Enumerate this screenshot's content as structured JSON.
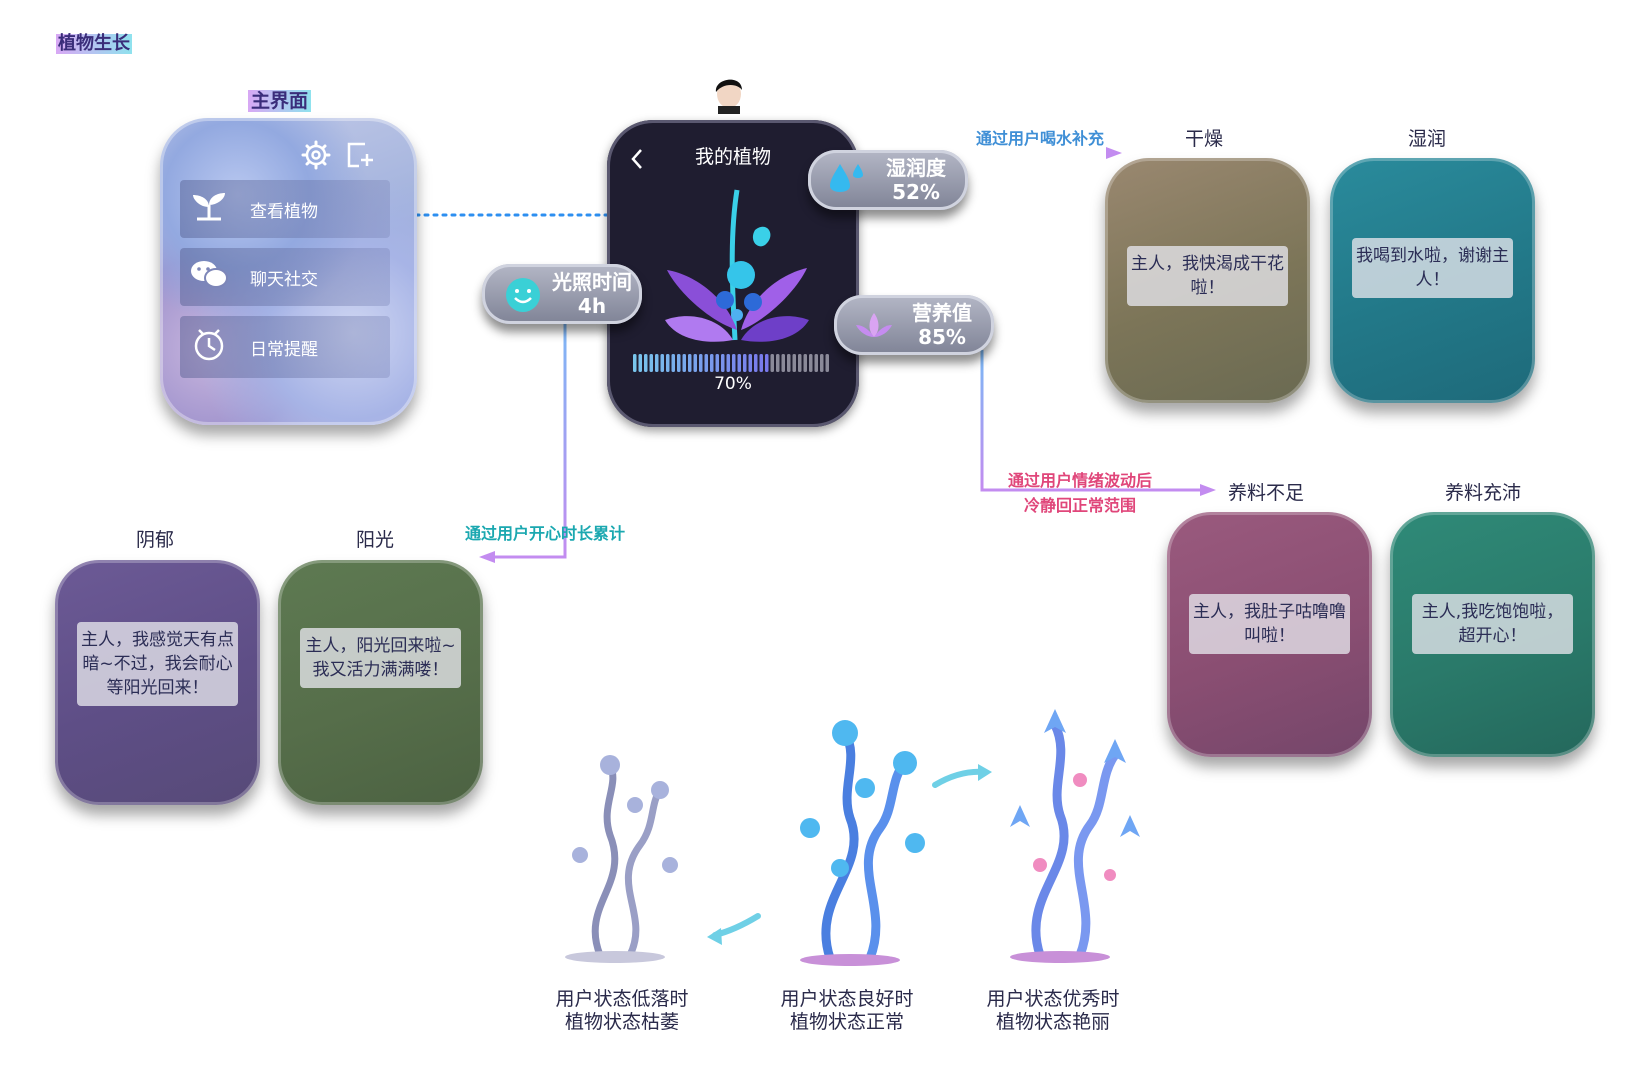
{
  "page_title": "植物生长",
  "main_screen": {
    "heading": "主界面",
    "icons": {
      "settings": "gear-icon",
      "edit": "edit-note-icon"
    },
    "menu": [
      {
        "label": "查看植物",
        "icon": "sprout-icon"
      },
      {
        "label": "聊天社交",
        "icon": "wechat-icon"
      },
      {
        "label": "日常提醒",
        "icon": "alarm-clock-icon"
      }
    ]
  },
  "plant_screen": {
    "title": "我的植物",
    "back_icon": "chevron-left-icon",
    "progress_label": "70%",
    "progress_fraction": 0.7
  },
  "metrics": {
    "humidity": {
      "label": "湿润度",
      "value": "52%",
      "icon": "water-drop-icon"
    },
    "light": {
      "label": "光照时间",
      "value": "4h",
      "icon": "smile-icon"
    },
    "nutrition": {
      "label": "营养值",
      "value": "85%",
      "icon": "lotus-icon"
    }
  },
  "arrows": {
    "water": "通过用户喝水补充",
    "emotion_line1": "通过用户情绪波动后",
    "emotion_line2": "冷静回正常范围",
    "happy": "通过用户开心时长累计"
  },
  "states": {
    "dry": {
      "title": "干燥",
      "message": "主人，我快渴成干花啦！"
    },
    "moist": {
      "title": "湿润",
      "message": "我喝到水啦，谢谢主人！"
    },
    "hungry": {
      "title": "养料不足",
      "message": "主人，我肚子咕噜噜叫啦！"
    },
    "full": {
      "title": "养料充沛",
      "message": "主人,我吃饱饱啦，超开心！"
    },
    "gloomy": {
      "title": "阴郁",
      "message": "主人，我感觉天有点暗~不过，我会耐心等阳光回来！"
    },
    "sunny": {
      "title": "阳光",
      "message": "主人，阳光回来啦~我又活力满满喽！"
    }
  },
  "growth": [
    {
      "line1": "用户状态低落时",
      "line2": "植物状态枯萎"
    },
    {
      "line1": "用户状态良好时",
      "line2": "植物状态正常"
    },
    {
      "line1": "用户状态优秀时",
      "line2": "植物状态艳丽"
    }
  ],
  "colors": {
    "arrow_purple": "#a98cf0",
    "arrow_blue_text": "#3f8fd6",
    "arrow_pink_text": "#e0467a",
    "arrow_teal_text": "#1ba8b0"
  }
}
